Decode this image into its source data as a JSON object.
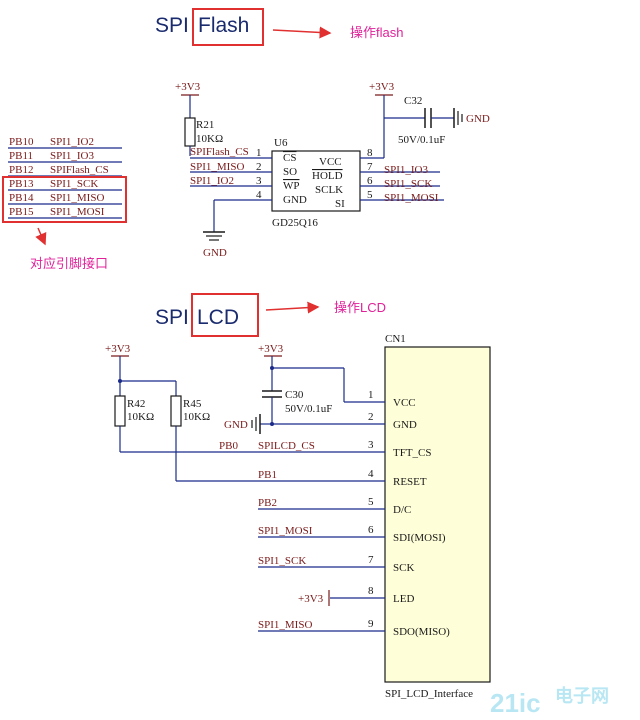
{
  "flash": {
    "title_spi": "SPI",
    "title_flash": "Flash",
    "arrow_note": "操作flash",
    "mcu_pins": [
      {
        "pin": "PB10",
        "net": "SPI1_IO2"
      },
      {
        "pin": "PB11",
        "net": "SPI1_IO3"
      },
      {
        "pin": "PB12",
        "net": "SPIFlash_CS"
      },
      {
        "pin": "PB13",
        "net": "SPI1_SCK"
      },
      {
        "pin": "PB14",
        "net": "SPI1_MISO"
      },
      {
        "pin": "PB15",
        "net": "SPI1_MOSI"
      }
    ],
    "pins_note": "对应引脚接口",
    "pwr_left": "+3V3",
    "pwr_right": "+3V3",
    "r21_ref": "R21",
    "r21_val": "10KΩ",
    "u6_ref": "U6",
    "u6_part": "GD25Q16",
    "c32_ref": "C32",
    "c32_val": "50V/0.1uF",
    "gnd_right": "GND",
    "gnd_bottom": "GND",
    "left_nets": [
      "SPIFlash_CS",
      "SPI1_MISO",
      "SPI1_IO2",
      ""
    ],
    "left_nums": [
      "1",
      "2",
      "3",
      "4"
    ],
    "left_labels": [
      "CS",
      "SO",
      "WP",
      "GND"
    ],
    "right_labels": [
      "VCC",
      "HOLD",
      "SCLK",
      "SI"
    ],
    "right_nums": [
      "8",
      "7",
      "6",
      "5"
    ],
    "right_nets": [
      "",
      "SPI1_IO3",
      "SPI1_SCK",
      "SPI1_MOSI"
    ]
  },
  "lcd": {
    "title_spi": "SPI",
    "title_lcd": "LCD",
    "arrow_note": "操作LCD",
    "cn1_ref": "CN1",
    "cn1_part": "SPI_LCD_Interface",
    "pwr1": "+3V3",
    "pwr2": "+3V3",
    "r42_ref": "R42",
    "r42_val": "10KΩ",
    "r45_ref": "R45",
    "r45_val": "10KΩ",
    "c30_ref": "C30",
    "c30_val": "50V/0.1uF",
    "gnd": "GND",
    "pins": [
      {
        "num": "1",
        "label": "VCC",
        "net": "",
        "port": ""
      },
      {
        "num": "2",
        "label": "GND",
        "net": "",
        "port": ""
      },
      {
        "num": "3",
        "label": "TFT_CS",
        "net": "SPILCD_CS",
        "port": "PB0"
      },
      {
        "num": "4",
        "label": "RESET",
        "net": "PB1",
        "port": ""
      },
      {
        "num": "5",
        "label": "D/C",
        "net": "PB2",
        "port": ""
      },
      {
        "num": "6",
        "label": "SDI(MOSI)",
        "net": "SPI1_MOSI",
        "port": ""
      },
      {
        "num": "7",
        "label": "SCK",
        "net": "SPI1_SCK",
        "port": ""
      },
      {
        "num": "8",
        "label": "LED",
        "net": "+3V3",
        "port": ""
      },
      {
        "num": "9",
        "label": "SDO(MISO)",
        "net": "SPI1_MISO",
        "port": ""
      }
    ]
  },
  "watermark": {
    "logo_text": "21ic",
    "cn_text": "电子网"
  },
  "colors": {
    "wire": "#1a2b8a",
    "highlight": "#e03030",
    "annotation": "#e0219a",
    "component": "#1a1a1a",
    "connector_fill": "#fefed8"
  }
}
